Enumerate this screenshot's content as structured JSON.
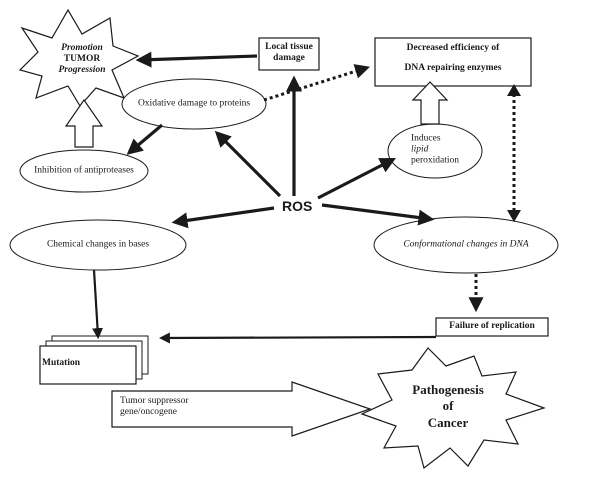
{
  "center": "ROS",
  "promotion": {
    "line1": "Promotion",
    "line2": "TUMOR",
    "line3": "Progression"
  },
  "local_tissue": {
    "line1": "Local tissue",
    "line2": "damage"
  },
  "decreased": {
    "line1": "Decreased efficiency of",
    "line2": "DNA repairing enzymes"
  },
  "oxidative": "Oxidative damage to proteins",
  "inhibition": "Inhibition of antiproteases",
  "induces": {
    "line1": "Induces",
    "line2": "lipid",
    "line3": "peroxidation"
  },
  "chemical": "Chemical changes in bases",
  "conformational": {
    "main": "Conformational changes in",
    "dna": "DNA"
  },
  "failure": "Failure of replication",
  "mutation": "Mutation",
  "tumor_suppressor": {
    "line1": "Tumor suppressor",
    "line2": "gene/oncogene"
  },
  "pathogenesis": {
    "line1": "Pathogenesis",
    "line2": "of",
    "line3": "Cancer"
  },
  "colors": {
    "ink": "#1a1a1a",
    "background": "#ffffff"
  }
}
